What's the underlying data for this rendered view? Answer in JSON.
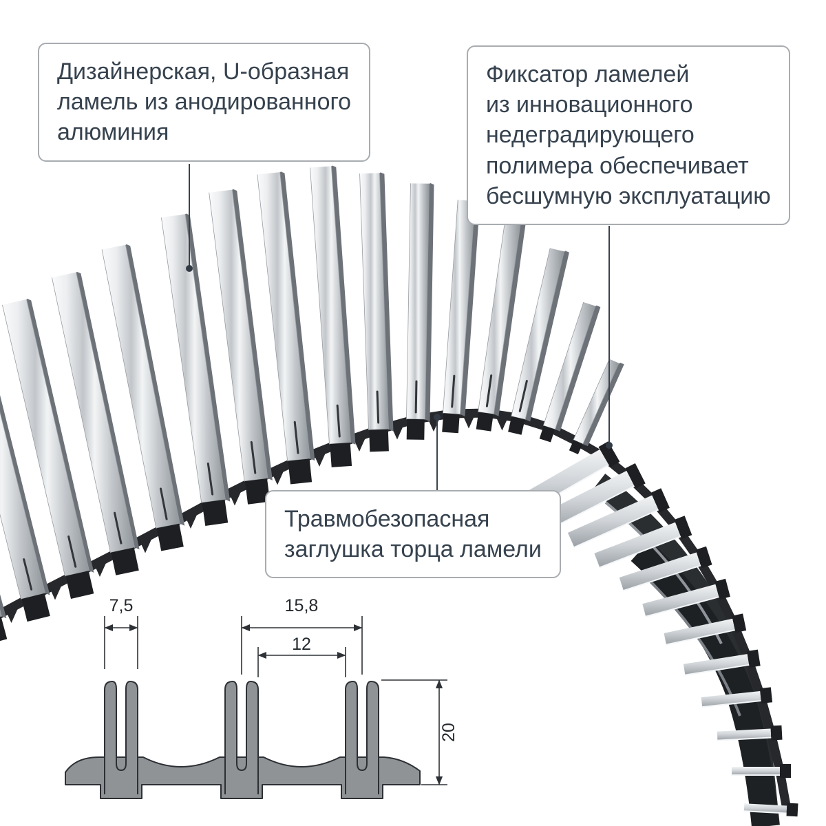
{
  "callouts": {
    "lamella": {
      "text": "Дизайнерская, U-образная\nламель из анодированного\nалюминия"
    },
    "fixator": {
      "text": "Фиксатор ламелей\nиз инновационного\nнедеградирующего\nполимера обеспечивает\nбесшумную эксплуатацию"
    },
    "end_cap": {
      "text": "Травмобезопасная\nзаглушка торца ламели"
    }
  },
  "dimensions": {
    "lamella_width_mm": "7,5",
    "pitch_mm": "15,8",
    "gap_mm": "12",
    "height_mm": "20"
  },
  "colors": {
    "text": "#36424e",
    "callout_border": "#a8acb0",
    "leader": "#3a434c",
    "metal_light": "#f4f6f7",
    "metal_dark": "#9aa0a5",
    "end_cap": "#1d1f22",
    "drawing_fill": "#8f9396",
    "drawing_line": "#2c2f33",
    "background": "#ffffff"
  }
}
